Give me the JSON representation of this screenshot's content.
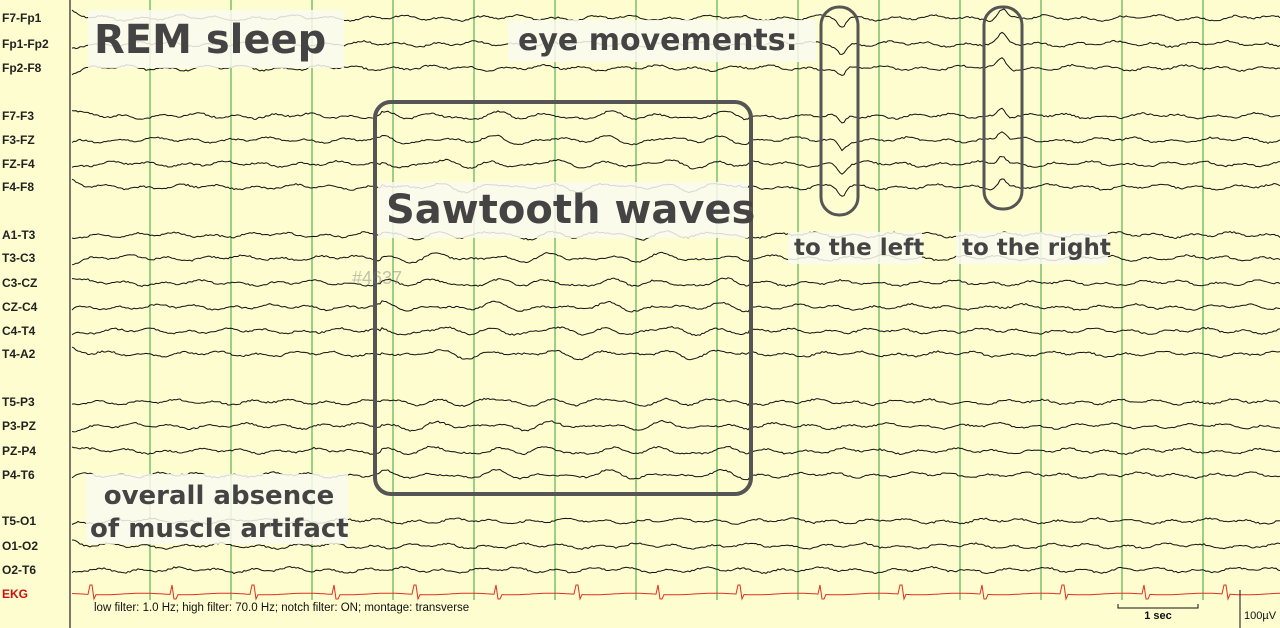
{
  "annotations": {
    "title": "REM sleep",
    "eye_movements": "eye movements:",
    "sawtooth": "Sawtooth waves",
    "to_left": "to the left",
    "to_right": "to the right",
    "muscle_line1": "overall absence",
    "muscle_line2": "of muscle artifact"
  },
  "channels": [
    "F7-Fp1",
    "Fp1-Fp2",
    "Fp2-F8",
    "F7-F3",
    "F3-FZ",
    "FZ-F4",
    "F4-F8",
    "A1-T3",
    "T3-C3",
    "C3-CZ",
    "CZ-C4",
    "C4-T4",
    "T4-A2",
    "T5-P3",
    "P3-PZ",
    "PZ-P4",
    "P4-T6",
    "T5-O1",
    "O1-O2",
    "O2-T6",
    "EKG"
  ],
  "footer": {
    "filters": "low filter: 1.0 Hz; high filter: 70.0 Hz; notch filter: ON; montage: transverse",
    "time_scale": "1 sec",
    "amplitude_scale": "100µV"
  },
  "watermark": "#4637",
  "colors": {
    "background": "#fdfdd0",
    "grid": "#3ca03c",
    "trace": "#111111",
    "ekg": "#e03020",
    "annotation_box": "#555555"
  }
}
